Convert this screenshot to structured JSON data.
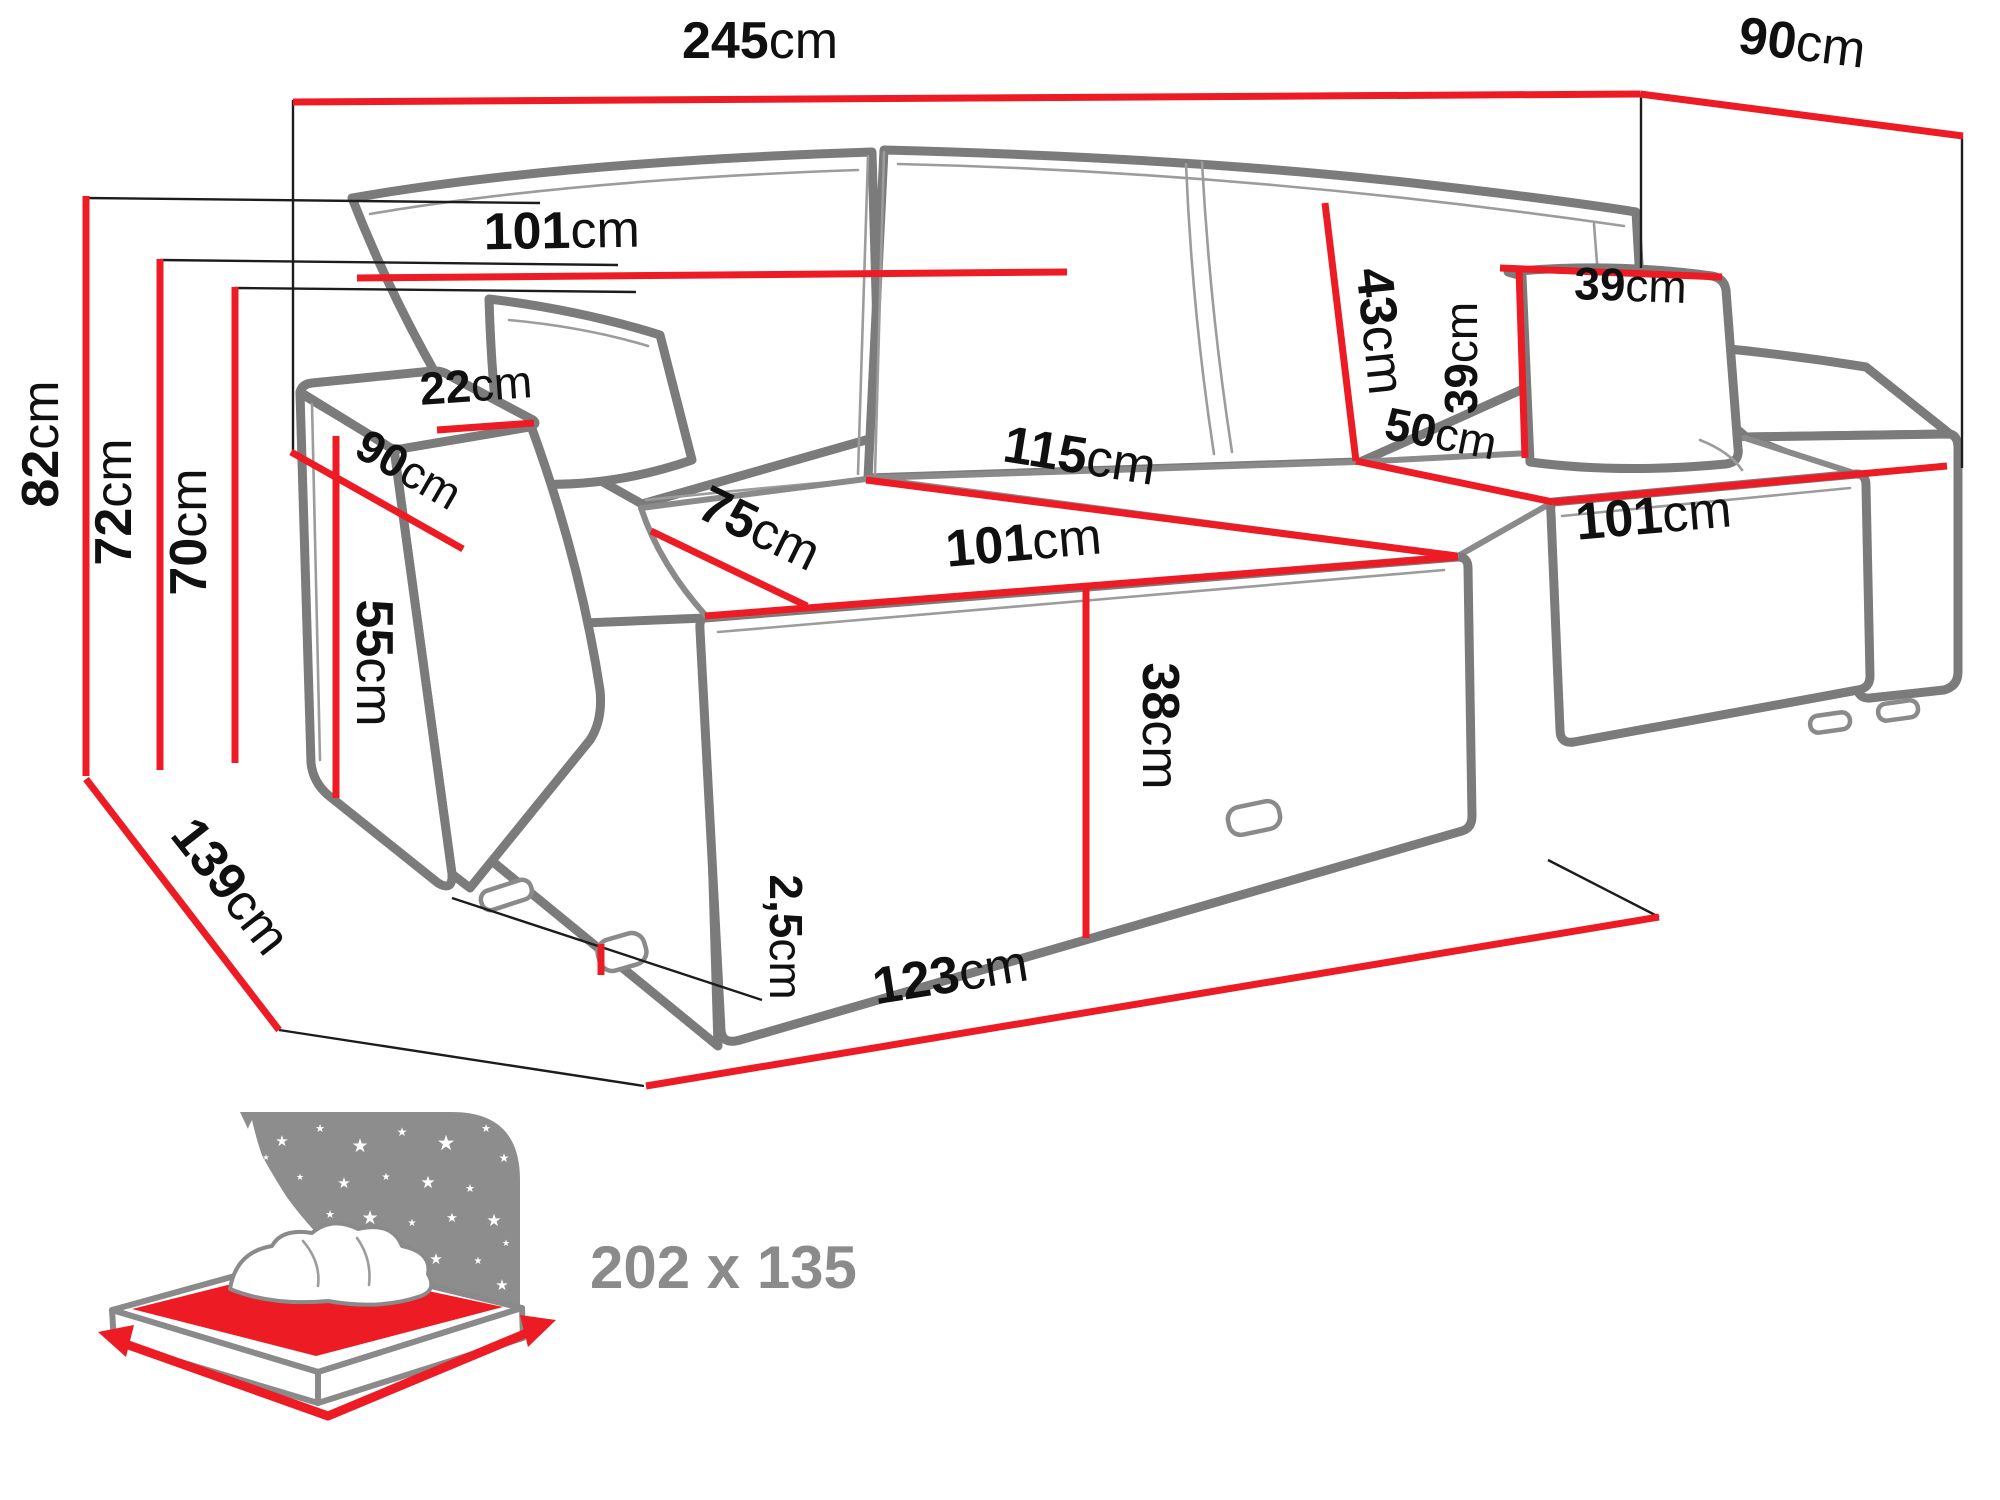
{
  "diagram_title": "corner-sofa-dimensions",
  "colors": {
    "dimension_red": "#ec1b24",
    "outline_gray": "#7b7b7b",
    "label_black": "#101010",
    "icon_gray": "#8b8b8b"
  },
  "labels": {
    "total_width": {
      "value": "245",
      "unit": "cm"
    },
    "total_depth": {
      "value": "90",
      "unit": "cm"
    },
    "backrest_width": {
      "value": "101",
      "unit": "cm"
    },
    "height_total": {
      "value": "82",
      "unit": "cm"
    },
    "height_backrest": {
      "value": "72",
      "unit": "cm"
    },
    "height_seat_back": {
      "value": "70",
      "unit": "cm"
    },
    "armrest_top_width": {
      "value": "22",
      "unit": "cm"
    },
    "armrest_depth": {
      "value": "90",
      "unit": "cm"
    },
    "armrest_height": {
      "value": "55",
      "unit": "cm"
    },
    "back_cushion_height": {
      "value": "43",
      "unit": "cm"
    },
    "pillow_width": {
      "value": "39",
      "unit": "cm"
    },
    "pillow_height": {
      "value": "39",
      "unit": "cm"
    },
    "seat_back_depth": {
      "value": "50",
      "unit": "cm"
    },
    "chaise_length": {
      "value": "115",
      "unit": "cm"
    },
    "chaise_side_width": {
      "value": "75",
      "unit": "cm"
    },
    "chaise_front_width": {
      "value": "101",
      "unit": "cm"
    },
    "right_seat_width": {
      "value": "101",
      "unit": "cm"
    },
    "seat_front_height": {
      "value": "38",
      "unit": "cm"
    },
    "leg_height": {
      "value": "2,5",
      "unit": "cm"
    },
    "front_floor_width": {
      "value": "123",
      "unit": "cm"
    },
    "side_floor_depth": {
      "value": "139",
      "unit": "cm"
    },
    "sleeping_area": {
      "value": "202 x 135",
      "unit": ""
    }
  }
}
